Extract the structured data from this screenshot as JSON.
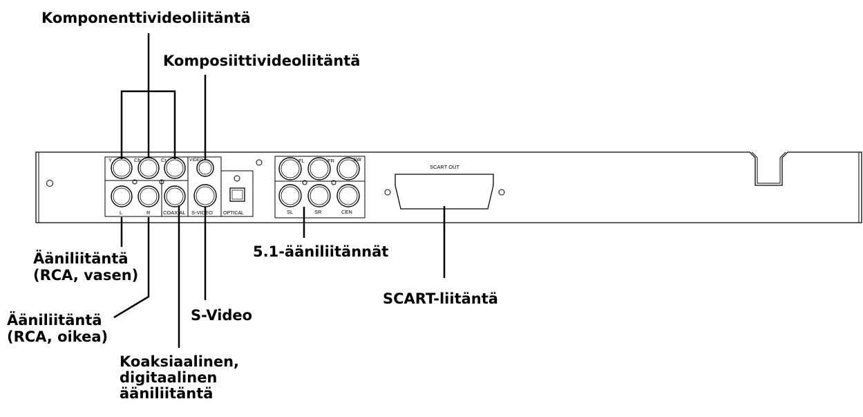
{
  "callouts": {
    "component_video": "Komponenttivideoliitäntä",
    "composite_video": "Komposiittivideoliitäntä",
    "audio_left": [
      "Ääniliitäntä",
      "(RCA, vasen)"
    ],
    "audio_right": [
      "Ääniliitäntä",
      "(RCA, oikea)"
    ],
    "coaxial": [
      "Koaksiaalinen,",
      "digitaalinen",
      "ääniliitäntä"
    ],
    "s_video": "S-Video",
    "surround": "5.1-ääniliitännät",
    "scart": "SCART-liitäntä"
  },
  "panel_labels": {
    "y": "Y",
    "cb": "Cb",
    "cr": "Cr",
    "video": "VIDEO",
    "l": "L",
    "r": "R",
    "coaxial": "COAXIAL",
    "s_video": "S-VIDEO",
    "optical": "OPTICAL",
    "fl": "FL",
    "fr": "FR",
    "sw": "SW",
    "sl": "SL",
    "sr": "SR",
    "cen": "CEN",
    "scart_out": "SCART OUT"
  },
  "colors": {
    "line": "#000000",
    "background": "#ffffff"
  }
}
